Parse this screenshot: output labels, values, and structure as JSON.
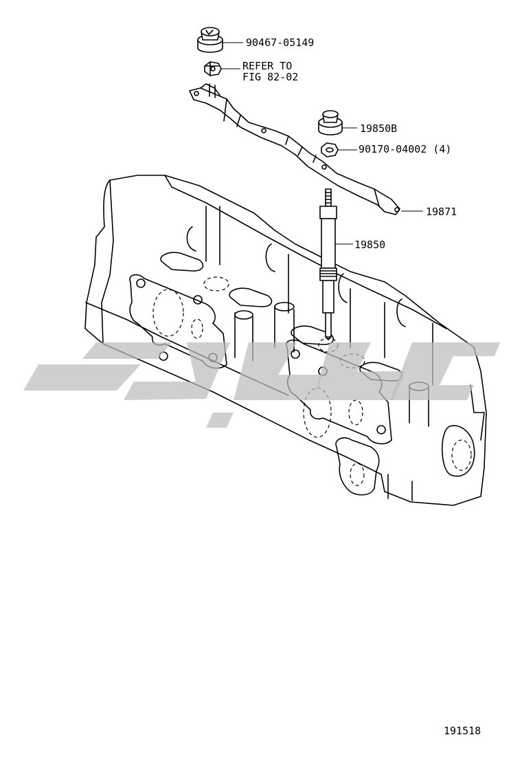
{
  "callouts": {
    "nut_upper": "90467-05149",
    "refer_line1": "REFER TO",
    "refer_line2": "FIG 82-02",
    "bus_nut_b": "19850B",
    "small_nut": "90170-04002 (4)",
    "connector_bar": "19871",
    "glow_plug": "19850"
  },
  "figure_number": "191518",
  "colors": {
    "line": "#000000",
    "watermark": "#bdbdbd",
    "background": "#ffffff"
  }
}
